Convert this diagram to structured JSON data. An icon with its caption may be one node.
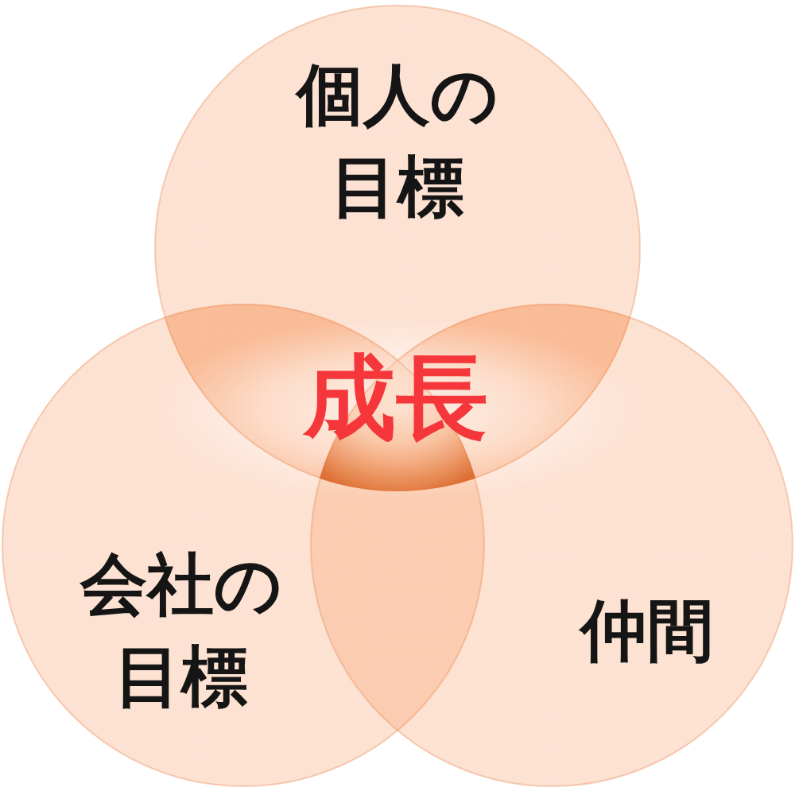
{
  "diagram": {
    "nodes": [
      {
        "text": [
          "個人の目標"
        ]
      },
      {
        "text": [
          "会社の目標"
        ]
      },
      {
        "text": [
          "仲間"
        ]
      }
    ],
    "labels": [
      "成長"
    ]
  }
}
